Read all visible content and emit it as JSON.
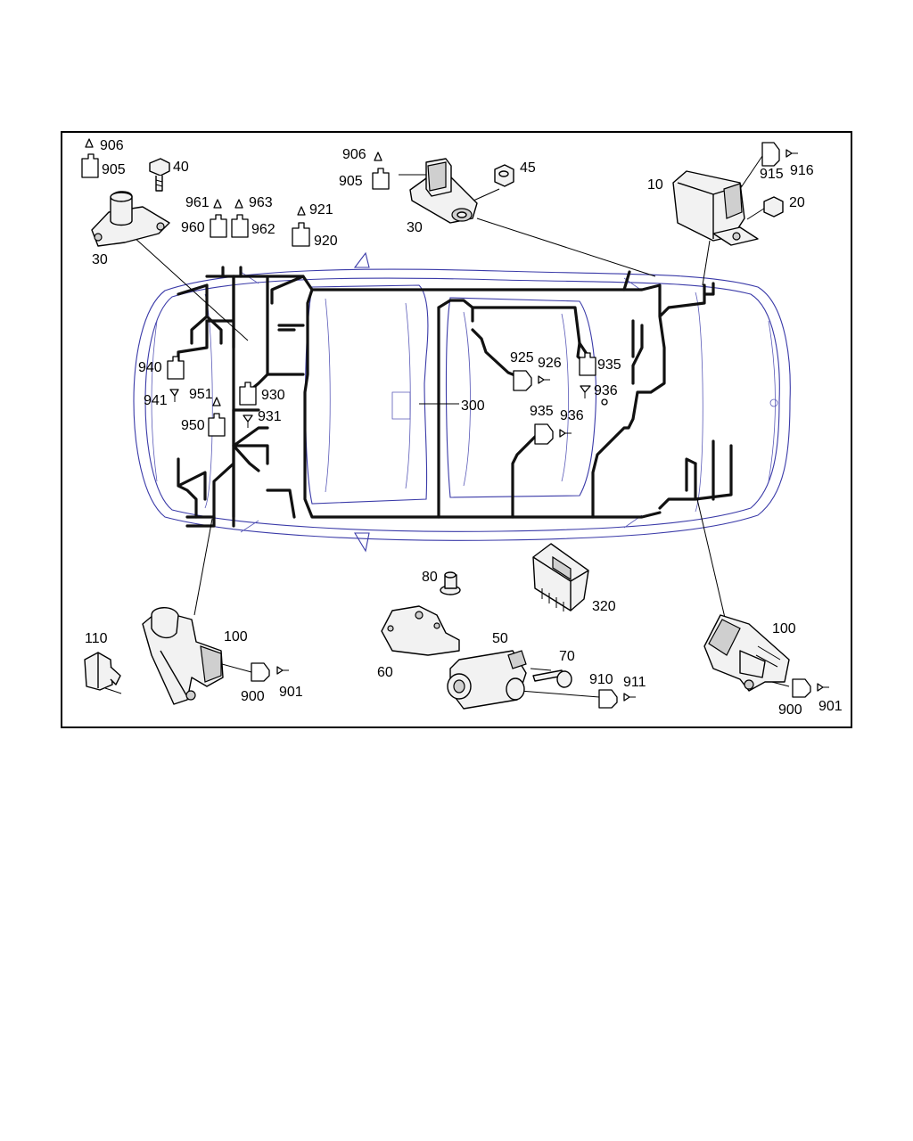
{
  "labels": {
    "p906a": "906",
    "p905a": "905",
    "p40": "40",
    "p30a": "30",
    "p961": "961",
    "p963": "963",
    "p960": "960",
    "p962": "962",
    "p921": "921",
    "p920": "920",
    "p906b": "906",
    "p905b": "905",
    "p45": "45",
    "p30b": "30",
    "p10": "10",
    "p915": "915",
    "p916": "916",
    "p20": "20",
    "p940": "940",
    "p941": "941",
    "p951": "951",
    "p950": "950",
    "p930": "930",
    "p931": "931",
    "p300": "300",
    "p925": "925",
    "p926": "926",
    "p935a": "935",
    "p936a": "936",
    "p935b": "935",
    "p936b": "936",
    "p80": "80",
    "p320": "320",
    "p60": "60",
    "p50": "50",
    "p70": "70",
    "p910": "910",
    "p911": "911",
    "p110": "110",
    "p100a": "100",
    "p900a": "900",
    "p901a": "901",
    "p100b": "100",
    "p900b": "900",
    "p901b": "901"
  }
}
